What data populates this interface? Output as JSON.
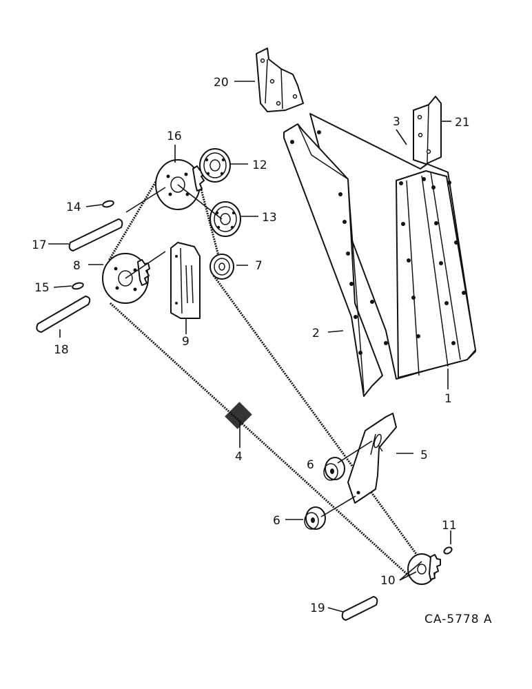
{
  "callouts": {
    "c1": "1",
    "c2": "2",
    "c3": "3",
    "c4": "4",
    "c5": "5",
    "c6a": "6",
    "c6b": "6",
    "c7": "7",
    "c8": "8",
    "c9": "9",
    "c10": "10",
    "c11": "11",
    "c12": "12",
    "c13": "13",
    "c14": "14",
    "c15": "15",
    "c16": "16",
    "c17": "17",
    "c18": "18",
    "c19": "19",
    "c20": "20",
    "c21": "21"
  },
  "drawing_code": "CA-5778 A"
}
